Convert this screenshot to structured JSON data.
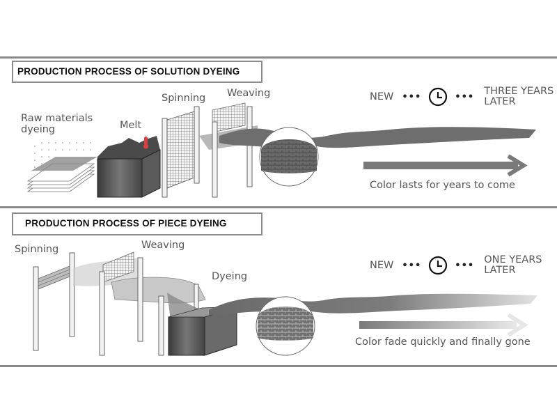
{
  "panels": [
    {
      "title": "PRODUCTION PROCESS OF SOLUTION DYEING",
      "steps": [
        "Raw materials dyeing",
        "Melt",
        "Spinning",
        "Weaving"
      ],
      "timeline": {
        "start": "NEW",
        "dots": "•••",
        "icon": "clock-icon",
        "end_line1": "THREE YEARS",
        "end_line2": "LATER"
      },
      "result_caption": "Color lasts for years to come",
      "arrow_style": "solid"
    },
    {
      "title": "PRODUCTION PROCESS OF PIECE DYEING",
      "steps": [
        "Spinning",
        "Weaving",
        "Dyeing"
      ],
      "timeline": {
        "start": "NEW",
        "dots": "•••",
        "icon": "clock-icon",
        "end_line1": "ONE YEARS",
        "end_line2": "LATER"
      },
      "result_caption": "Color fade quickly and finally gone",
      "arrow_style": "fading"
    }
  ],
  "colors": {
    "divider": "#8a8a8a",
    "fabric": "#6e6e6e",
    "thermometer": "#d94040",
    "arrow": "#7a7a7a"
  }
}
